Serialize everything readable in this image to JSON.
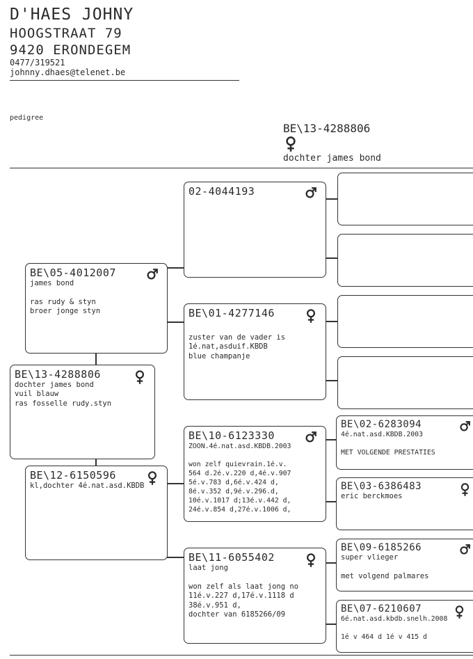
{
  "breeder": {
    "name": "D'HAES JOHNY",
    "street": "HOOGSTRAAT 79",
    "city": "9420  ERONDEGEM",
    "phone": "0477/319521",
    "email": "johnny.dhaes@telenet.be"
  },
  "pedigree_label": "pedigree",
  "subject": {
    "ring": "BE\\13-4288806",
    "sex": "female",
    "name": "dochter james bond"
  },
  "root": {
    "ring": "BE\\13-4288806",
    "sex": "female",
    "info": "dochter james bond\nvuil blauw\nras fosselle rudy.styn"
  },
  "sire": {
    "ring": "BE\\05-4012007",
    "sex": "male",
    "info": "james bond\n\nras rudy & styn\nbroer jonge styn"
  },
  "dam": {
    "ring": "BE\\12-6150596",
    "sex": "female",
    "info": "kl,dochter 4é.nat.asd.KBDB"
  },
  "sire_sire": {
    "ring": "02-4044193",
    "sex": "male",
    "info": ""
  },
  "sire_dam": {
    "ring": "BE\\01-4277146",
    "sex": "female",
    "info": "zuster van de vader is\n1é.nat,asduif.KBDB\nblue champanje"
  },
  "dam_sire": {
    "ring": "BE\\10-6123330",
    "sex": "male",
    "info": "ZOON.4é.nat.asd.KBDB.2003\n\nwon zelf quievrain.1é.v.\n564 d.2é.v.220 d,4é.v.907\n5é.v.783 d,6é.v.424 d,\n8é.v.352 d,9é.v.296.d,\n10é.v.1017 d;13é.v.442 d,\n24é.v.854 d,27é.v.1006 d,"
  },
  "dam_dam": {
    "ring": "BE\\11-6055402",
    "sex": "female",
    "info": "laat jong\n\nwon zelf als laat jong no\n11é.v.227 d,17é.v.1118 d\n38é.v.951 d,\ndochter van 6185266/09"
  },
  "ggp": [
    {
      "ring": "",
      "sex": "",
      "info": ""
    },
    {
      "ring": "",
      "sex": "",
      "info": ""
    },
    {
      "ring": "",
      "sex": "",
      "info": ""
    },
    {
      "ring": "",
      "sex": "",
      "info": ""
    },
    {
      "ring": "BE\\02-6283094",
      "sex": "male",
      "info": "4é.nat.asd.KBDB.2003\n\nMET VOLGENDE PRESTATIES"
    },
    {
      "ring": "BE\\03-6386483",
      "sex": "female",
      "info": "eric berckmoes"
    },
    {
      "ring": "BE\\09-6185266",
      "sex": "male",
      "info": "super vlieger\n\nmet volgend palmares"
    },
    {
      "ring": "BE\\07-6210607",
      "sex": "female",
      "info": "6é.nat.asd.kbdb.snelh.2008\n\n1é v 464 d 1é v 415 d"
    }
  ],
  "colors": {
    "ink": "#2a2a2a",
    "border": "#333333"
  },
  "icons": {
    "male": "male-symbol-icon",
    "female": "female-symbol-icon"
  }
}
